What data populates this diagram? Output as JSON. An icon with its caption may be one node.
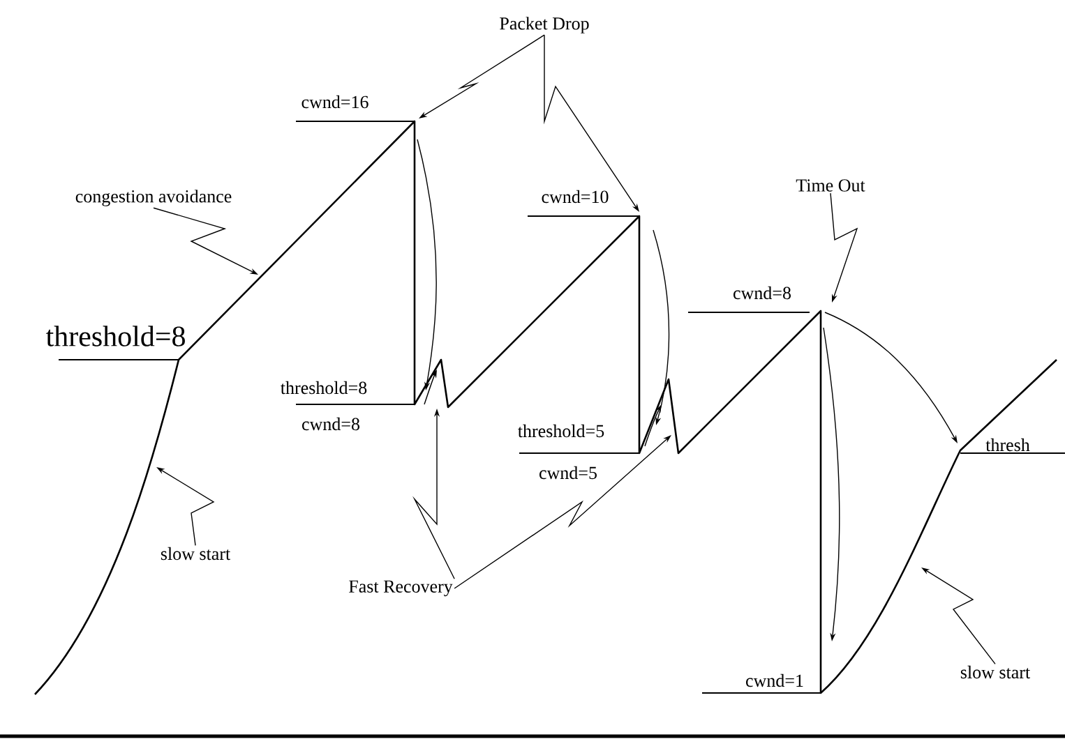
{
  "diagram": {
    "nodes": [
      {
        "text": [
          "Packet Drop"
        ]
      },
      {
        "text": [
          "congestion avoidance"
        ]
      },
      {
        "text": [
          "Time Out"
        ]
      },
      {
        "text": [
          "slow start"
        ]
      },
      {
        "text": [
          "Fast Recovery"
        ]
      },
      {
        "text": [
          "slow start"
        ]
      }
    ],
    "edges": [
      {
        "from": 0,
        "to": null,
        "arrow": "to"
      },
      {
        "from": 0,
        "to": null,
        "arrow": "to"
      },
      {
        "from": 1,
        "to": null,
        "arrow": "to"
      },
      {
        "from": 2,
        "to": null,
        "arrow": "to"
      },
      {
        "from": 3,
        "to": null,
        "arrow": "to"
      },
      {
        "from": 4,
        "to": null,
        "arrow": "to"
      },
      {
        "from": 4,
        "to": null,
        "arrow": "to"
      },
      {
        "from": 5,
        "to": null,
        "arrow": "to"
      }
    ],
    "labels": [
      "cwnd=16",
      "cwnd=10",
      "cwnd=8",
      "threshold=8",
      "threshold=8",
      "cwnd=8",
      "threshold=5",
      "thresh",
      "cwnd=5",
      "cwnd=1"
    ]
  }
}
